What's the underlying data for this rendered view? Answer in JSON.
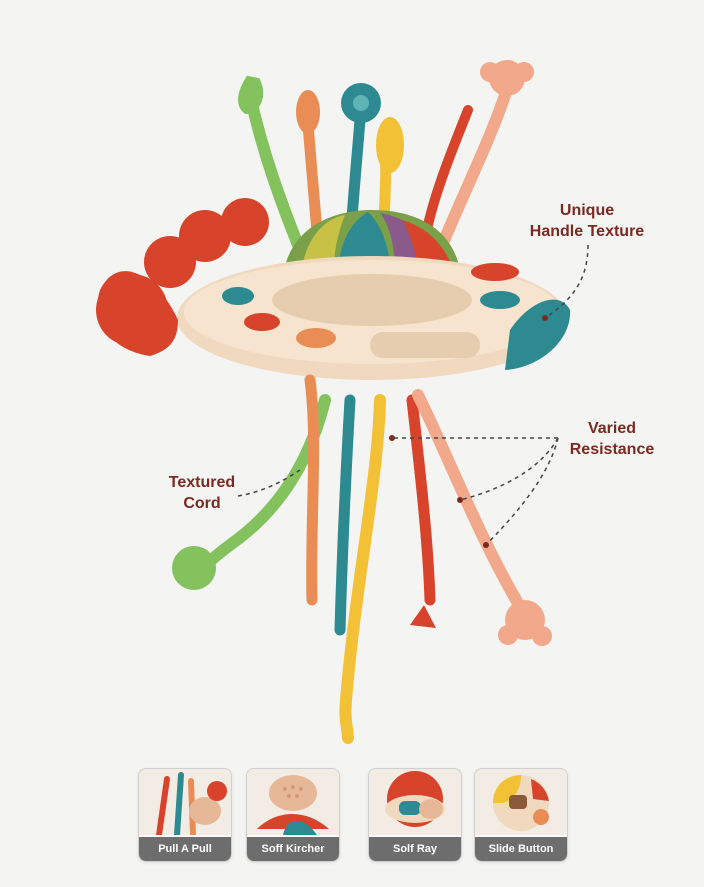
{
  "callouts": {
    "handle": [
      "Unique",
      "Handle Texture"
    ],
    "resistance": [
      "Varied",
      "Resistance"
    ],
    "cord": [
      "Textured",
      "Cord"
    ]
  },
  "features": [
    {
      "label": "Pull A Pull",
      "icon": "pull-strings-icon"
    },
    {
      "label": "Soff Kircher",
      "icon": "textured-bump-icon"
    },
    {
      "label": "Solf Ray",
      "icon": "soft-ray-icon"
    },
    {
      "label": "Slide Button",
      "icon": "slide-button-icon"
    }
  ],
  "colors": {
    "callout_text": "#7a2a22",
    "ufo_base": "#f0d9bf",
    "teal": "#2c8a90",
    "red": "#d8432b",
    "orange": "#e98d55",
    "yellow": "#f2c135",
    "green": "#84c25e",
    "peach": "#f2a88a",
    "label_bg": "#6d6d6d"
  }
}
